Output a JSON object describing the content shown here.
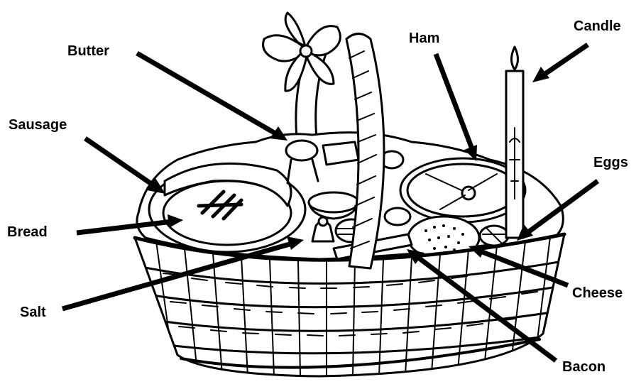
{
  "labels": {
    "butter": "Butter",
    "sausage": "Sausage",
    "bread": "Bread",
    "salt": "Salt",
    "ham": "Ham",
    "candle": "Candle",
    "eggs": "Eggs",
    "cheese": "Cheese",
    "bacon": "Bacon"
  },
  "colors": {
    "ink": "#000000",
    "background": "#ffffff"
  }
}
